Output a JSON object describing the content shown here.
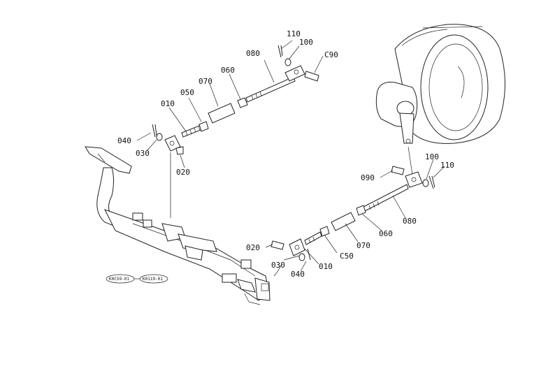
{
  "diagram": {
    "callouts": {
      "upper": {
        "p110": "110",
        "p100": "100",
        "p090": "C90",
        "p080": "080",
        "p060": "060",
        "p070": "070",
        "p050": "050",
        "p010": "010",
        "p040": "040",
        "p030": "030",
        "p020": "020"
      },
      "lower": {
        "p100": "100",
        "p110": "110",
        "p090": "090",
        "p080": "080",
        "p060": "060",
        "p070": "070",
        "p050": "C50",
        "p010": "010",
        "p020": "020",
        "p030": "030",
        "p040": "040"
      }
    },
    "codes": {
      "left": "K0CS9-01",
      "right": "K0119-01"
    }
  }
}
